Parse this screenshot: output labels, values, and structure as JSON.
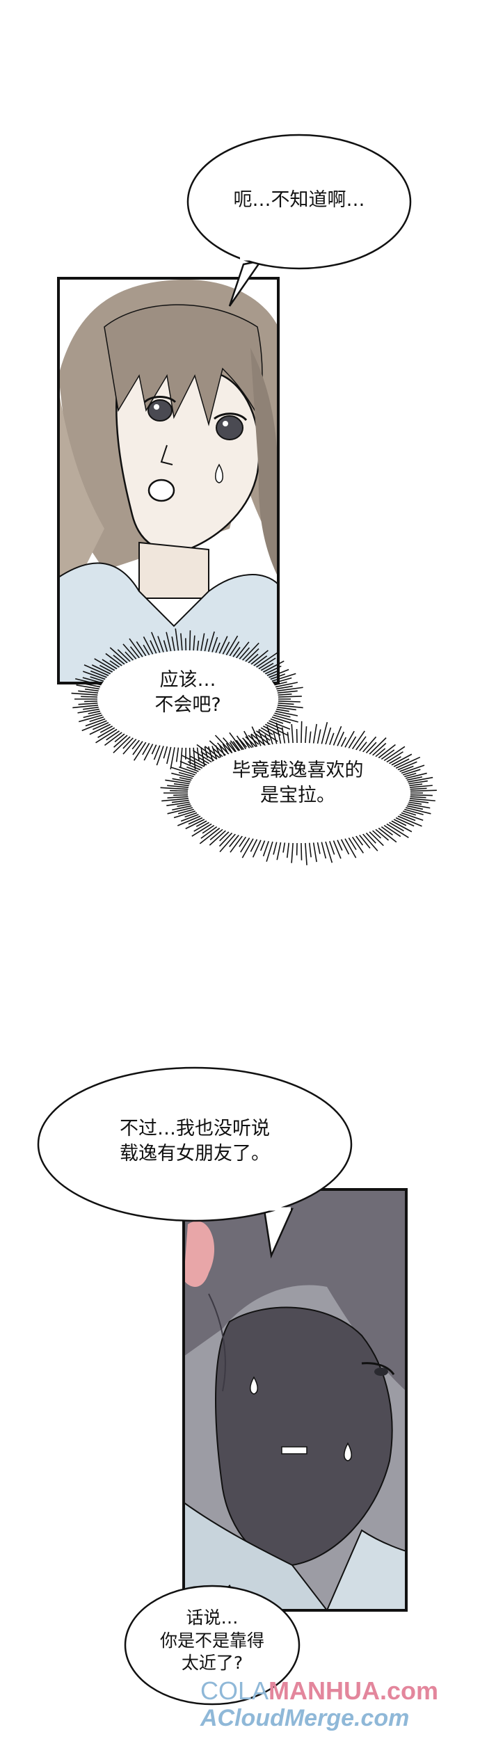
{
  "bubbles": {
    "b1": "呃…不知道啊…",
    "b2_line1": "应该…",
    "b2_line2": "不会吧?",
    "b3_line1": "毕竟载逸喜欢的",
    "b3_line2": "是宝拉。",
    "b4_line1": "不过…我也没听说",
    "b4_line2": "载逸有女朋友了。",
    "b5_line1": "话说…",
    "b5_line2": "你是不是靠得",
    "b5_line3": "太近了?"
  },
  "watermark": {
    "line1_a": "COLA",
    "line1_b": "MANHUA",
    "line1_c": ".com",
    "line2": "ACloudMerge.com"
  },
  "colors": {
    "ink": "#111111",
    "hair_top": "#9a8c80",
    "hair_dark": "#6e6a72",
    "skin": "#f4ede6",
    "shirt": "#d8e4ec",
    "wm_blue": "#8fb8d8",
    "wm_pink": "#e3869c"
  }
}
